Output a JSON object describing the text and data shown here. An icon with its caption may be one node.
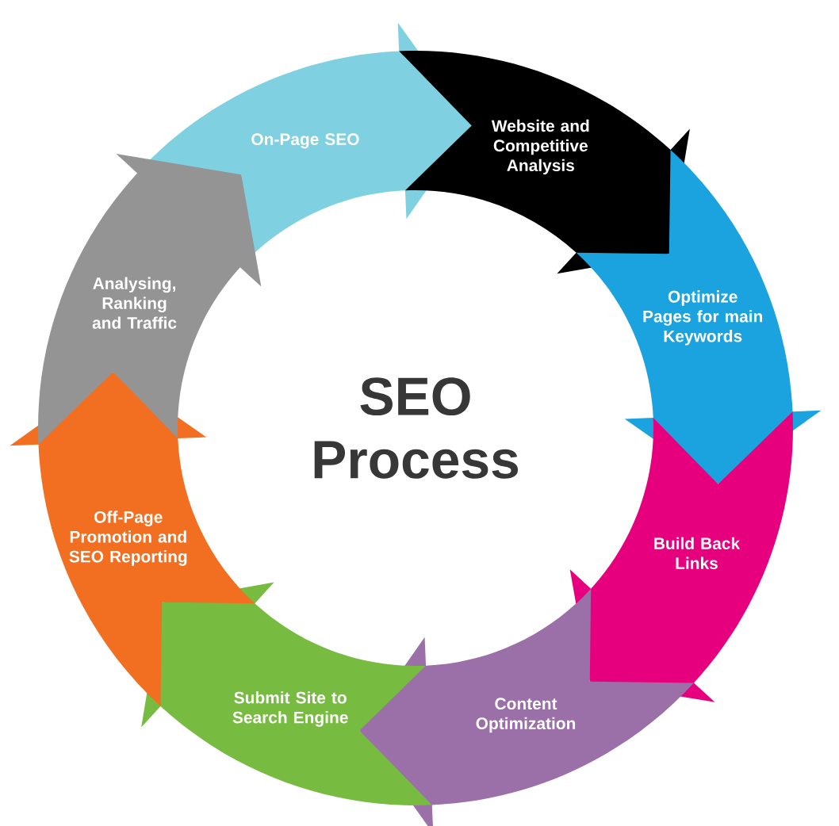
{
  "diagram": {
    "title": "SEO Process",
    "nodes": [
      {
        "text": [
          "On-Page SEO"
        ]
      },
      {
        "text": [
          "Website and Competitive Analysis"
        ]
      },
      {
        "text": [
          "Optimize Pages for main Keywords"
        ]
      },
      {
        "text": [
          "Build Back Links"
        ]
      },
      {
        "text": [
          "Content Optimization"
        ]
      },
      {
        "text": [
          "Submit Site to Search Engine"
        ]
      },
      {
        "text": [
          "Off-Page Promotion and SEO Reporting"
        ]
      },
      {
        "text": [
          "Analysing, Ranking and Traffic"
        ]
      }
    ]
  }
}
